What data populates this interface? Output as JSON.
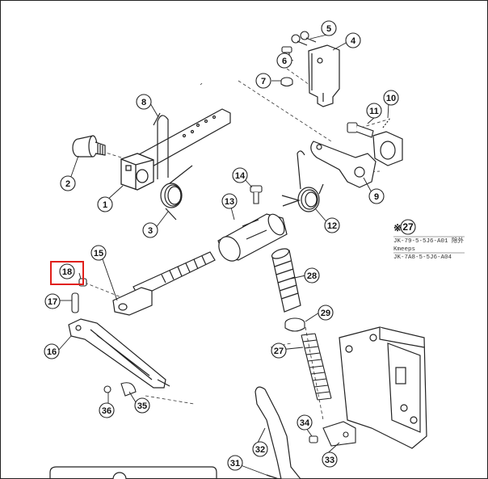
{
  "diagram": {
    "highlight_color": "#e0201b",
    "callouts": [
      {
        "id": "1",
        "label": "1"
      },
      {
        "id": "2",
        "label": "2"
      },
      {
        "id": "3",
        "label": "3"
      },
      {
        "id": "4",
        "label": "4"
      },
      {
        "id": "5",
        "label": "5"
      },
      {
        "id": "6",
        "label": "6"
      },
      {
        "id": "7",
        "label": "7"
      },
      {
        "id": "8",
        "label": "8"
      },
      {
        "id": "9",
        "label": "9"
      },
      {
        "id": "10",
        "label": "10"
      },
      {
        "id": "11",
        "label": "11"
      },
      {
        "id": "12",
        "label": "12"
      },
      {
        "id": "13",
        "label": "13"
      },
      {
        "id": "14",
        "label": "14"
      },
      {
        "id": "15",
        "label": "15"
      },
      {
        "id": "16",
        "label": "16"
      },
      {
        "id": "17",
        "label": "17"
      },
      {
        "id": "18",
        "label": "18",
        "highlighted": true
      },
      {
        "id": "27a",
        "label": "27"
      },
      {
        "id": "27b",
        "label": "27"
      },
      {
        "id": "28",
        "label": "28"
      },
      {
        "id": "29",
        "label": "29"
      },
      {
        "id": "31",
        "label": "31"
      },
      {
        "id": "32",
        "label": "32"
      },
      {
        "id": "33",
        "label": "33"
      },
      {
        "id": "34",
        "label": "34"
      },
      {
        "id": "35",
        "label": "35"
      },
      {
        "id": "36",
        "label": "36"
      }
    ],
    "note": {
      "number": "27",
      "prefix": "※",
      "lines": [
        "JK-79-5-5J6-A01 除外",
        "Kmeeps",
        "JK-7A8-5-5J6-A04"
      ]
    }
  }
}
